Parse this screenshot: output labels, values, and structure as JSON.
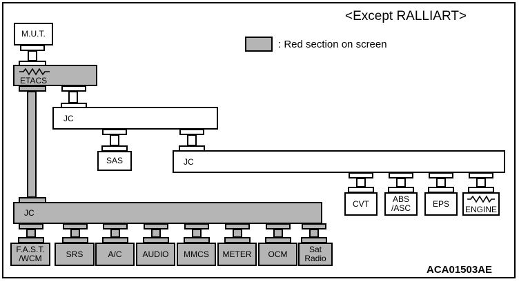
{
  "header": {
    "title": "<Except RALLIART>",
    "legend_label": ": Red section on screen",
    "legend_swatch_color": "#b5b5b5"
  },
  "footer": {
    "part_number": "ACA01503AE"
  },
  "colors": {
    "gray_fill": "#b5b5b5",
    "white_fill": "#ffffff",
    "stroke": "#000000"
  },
  "diagram": {
    "type": "network-bus-diagram",
    "nodes": {
      "mut": {
        "label": "M.U.T.",
        "fill": "white",
        "symbol": "none"
      },
      "etacs": {
        "label": "ETACS",
        "fill": "gray",
        "symbol": "resistor-zigzag"
      },
      "jc_upper": {
        "label": "JC",
        "fill": "white"
      },
      "jc_middle": {
        "label": "JC",
        "fill": "white"
      },
      "jc_bottom": {
        "label": "JC",
        "fill": "gray"
      },
      "sas": {
        "label": "SAS",
        "fill": "white",
        "symbol": "none"
      }
    },
    "bottom_modules": [
      {
        "label": "F.A.S.T.\n/WCM",
        "fill": "gray"
      },
      {
        "label": "SRS",
        "fill": "gray"
      },
      {
        "label": "A/C",
        "fill": "gray"
      },
      {
        "label": "AUDIO",
        "fill": "gray"
      },
      {
        "label": "MMCS",
        "fill": "gray"
      },
      {
        "label": "METER",
        "fill": "gray"
      },
      {
        "label": "OCM",
        "fill": "gray"
      },
      {
        "label": "Sat\nRadio",
        "fill": "gray"
      }
    ],
    "right_modules": [
      {
        "label": "CVT",
        "fill": "white",
        "symbol": "none"
      },
      {
        "label": "ABS\n/ASC",
        "fill": "white",
        "symbol": "none"
      },
      {
        "label": "EPS",
        "fill": "white",
        "symbol": "none"
      },
      {
        "label": "ENGINE",
        "fill": "white",
        "symbol": "resistor-zigzag"
      }
    ]
  }
}
